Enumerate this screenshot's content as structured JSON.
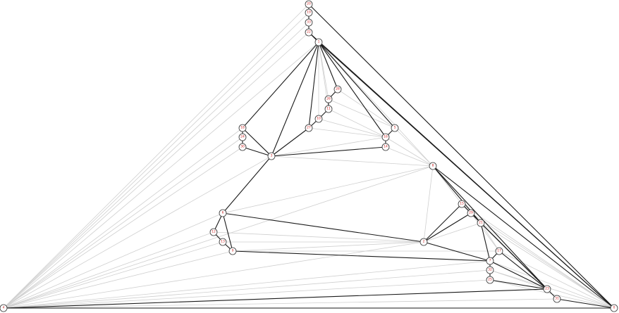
{
  "graph": {
    "nodes": [
      {
        "id": "a",
        "label": "20"
      },
      {
        "id": "b",
        "label": "19"
      },
      {
        "id": "c",
        "label": "33"
      },
      {
        "id": "d",
        "label": "22"
      },
      {
        "id": "e",
        "label": "1"
      },
      {
        "id": "f",
        "label": "28"
      },
      {
        "id": "g",
        "label": "26"
      },
      {
        "id": "h",
        "label": "11"
      },
      {
        "id": "i",
        "label": "10"
      },
      {
        "id": "j",
        "label": "27"
      },
      {
        "id": "k",
        "label": "5"
      },
      {
        "id": "l",
        "label": "16"
      },
      {
        "id": "m",
        "label": "14"
      },
      {
        "id": "n",
        "label": "18"
      },
      {
        "id": "o",
        "label": "24"
      },
      {
        "id": "p",
        "label": "30"
      },
      {
        "id": "q",
        "label": "3"
      },
      {
        "id": "r",
        "label": "8"
      },
      {
        "id": "s",
        "label": "6"
      },
      {
        "id": "t",
        "label": "12"
      },
      {
        "id": "u",
        "label": "13"
      },
      {
        "id": "v",
        "label": "9"
      },
      {
        "id": "w",
        "label": "2"
      },
      {
        "id": "x",
        "label": "15"
      },
      {
        "id": "y",
        "label": "29"
      },
      {
        "id": "z",
        "label": "21"
      },
      {
        "id": "aa",
        "label": "17"
      },
      {
        "id": "bb",
        "label": "7"
      },
      {
        "id": "cc",
        "label": "32"
      },
      {
        "id": "dd",
        "label": "25"
      },
      {
        "id": "ee",
        "label": "23"
      },
      {
        "id": "ff",
        "label": "31"
      },
      {
        "id": "gg",
        "label": "4"
      },
      {
        "id": "hh",
        "label": "0"
      },
      {
        "id": "ii",
        "label": "23"
      },
      {
        "id": "jj",
        "label": "13"
      },
      {
        "id": "kk",
        "label": "17"
      }
    ]
  }
}
